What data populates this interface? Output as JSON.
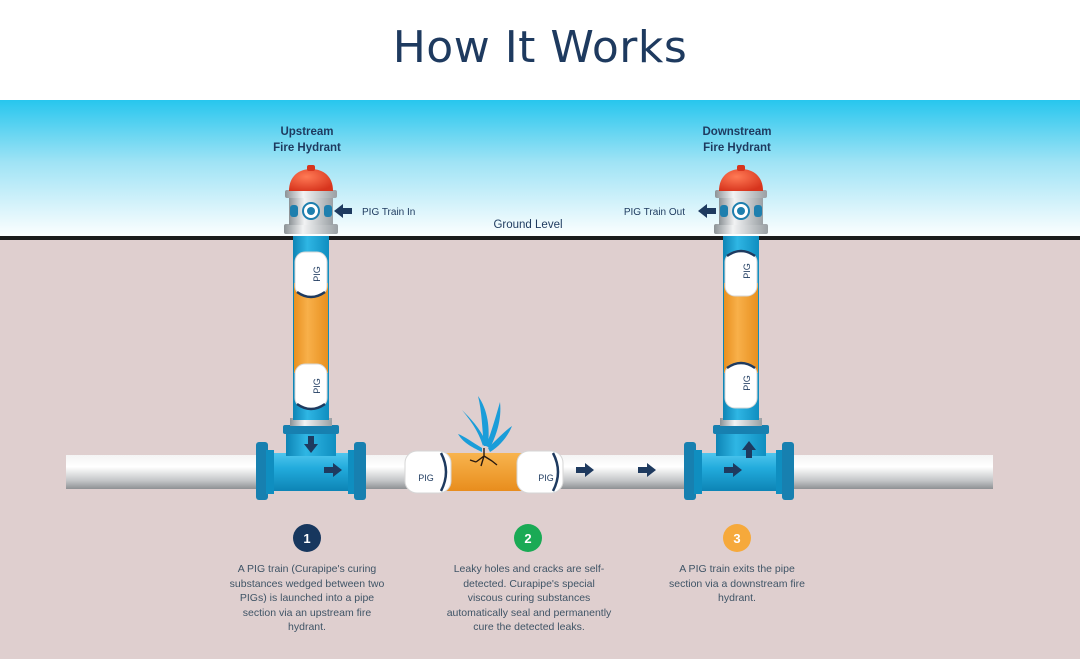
{
  "title": "How It Works",
  "labels": {
    "upstream_line1": "Upstream",
    "upstream_line2": "Fire Hydrant",
    "downstream_line1": "Downstream",
    "downstream_line2": "Fire Hydrant",
    "pig_train_in": "PIG Train In",
    "pig_train_out": "PIG Train Out",
    "ground_level": "Ground Level",
    "pig": "PIG"
  },
  "steps": [
    {
      "number": "1",
      "color": "#17375e",
      "text": "A PIG train (Curapipe's curing substances wedged between two PIGs) is launched into a pipe section via an upstream fire hydrant."
    },
    {
      "number": "2",
      "color": "#1aaa55",
      "text": "Leaky holes and cracks are self-detected. Curapipe's special viscous curing substances automatically seal and permanently cure the detected leaks."
    },
    {
      "number": "3",
      "color": "#f6a93b",
      "text": "A PIG train exits the pipe section via a downstream fire hydrant."
    }
  ],
  "colors": {
    "sky": "#27c6ee",
    "ground": "#dfcfcf",
    "pipe_blue": "#19a6d6",
    "sealant_orange": "#f6a93b",
    "hydrant_cap": "#e8452c",
    "navy": "#1e3a5f"
  }
}
